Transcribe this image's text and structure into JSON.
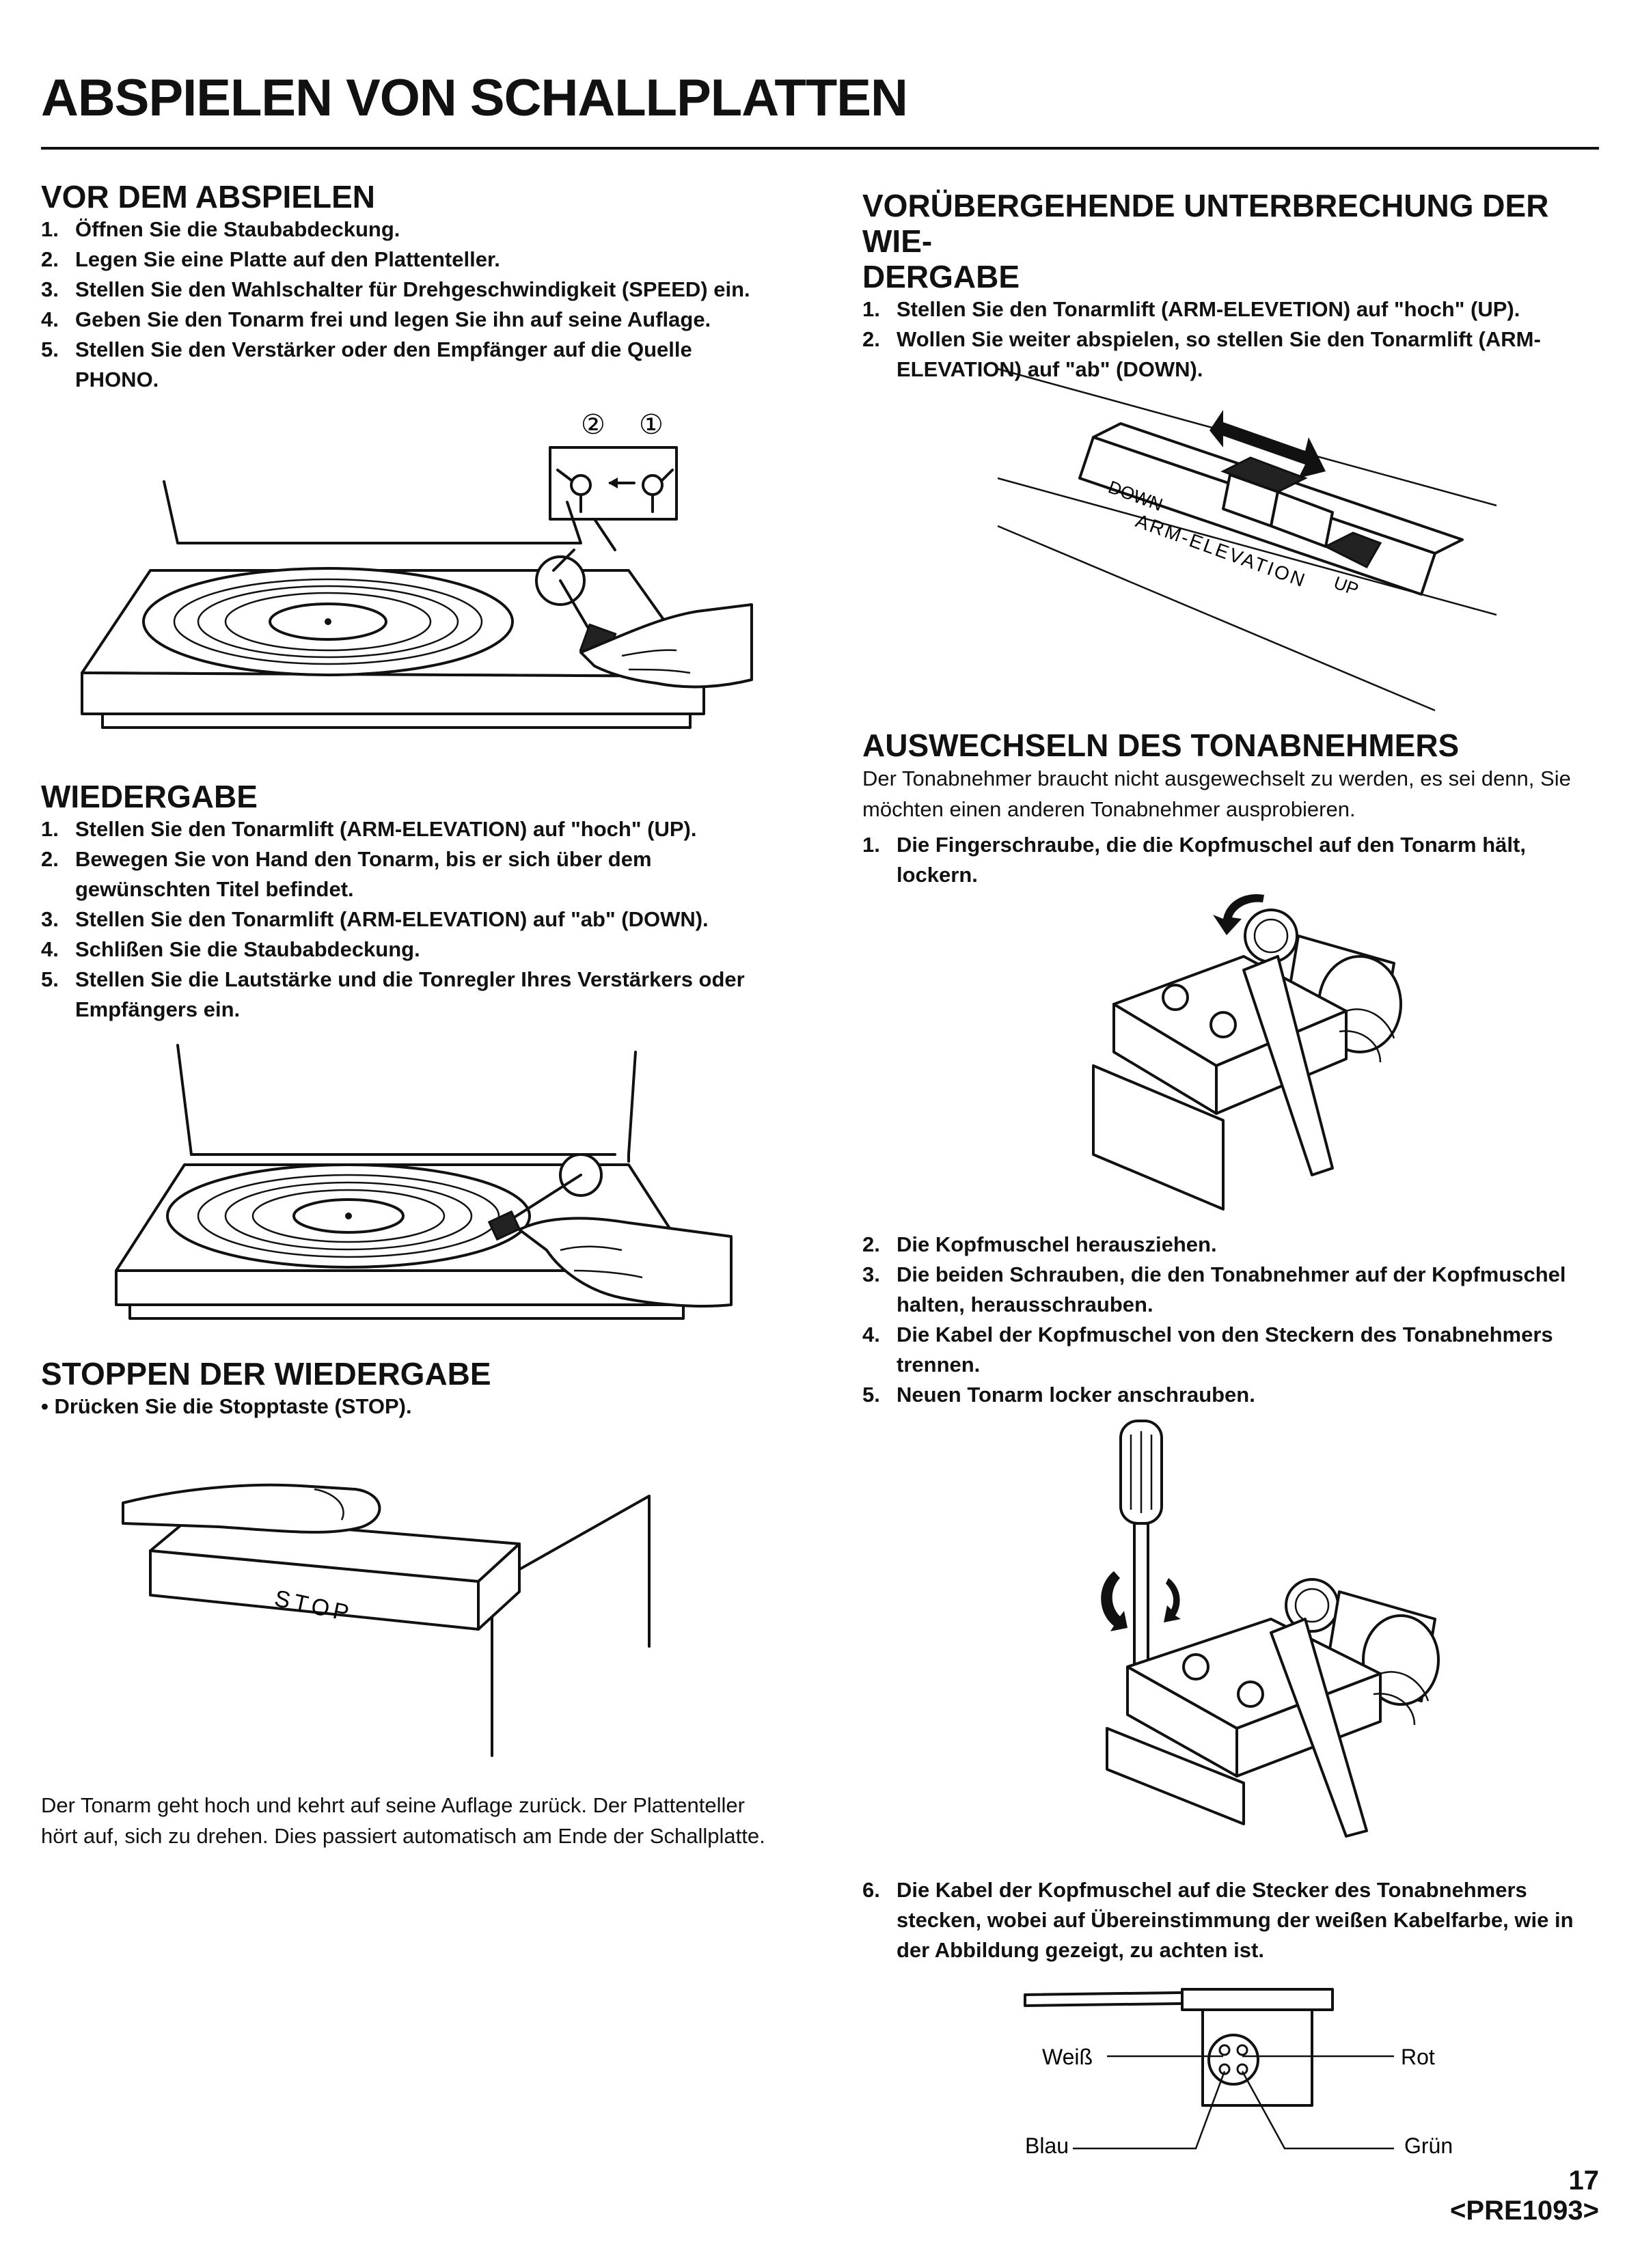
{
  "page": {
    "title": "ABSPIELEN VON SCHALLPLATTEN",
    "page_number": "17",
    "code": "<PRE1093>"
  },
  "vor_dem_abspielen": {
    "heading": "VOR DEM ABSPIELEN",
    "steps": [
      {
        "num": "1.",
        "text": "Öffnen Sie die Staubabdeckung."
      },
      {
        "num": "2.",
        "text": "Legen Sie eine Platte auf den Plattenteller."
      },
      {
        "num": "3.",
        "text": "Stellen Sie den Wahlschalter für Drehgeschwindigkeit (SPEED) ein."
      },
      {
        "num": "4.",
        "text": "Geben Sie den Tonarm frei und legen Sie ihn auf seine Auflage."
      },
      {
        "num": "5.",
        "text": "Stellen Sie den Verstärker oder den Empfänger auf die Quelle PHONO."
      }
    ],
    "figure_labels": {
      "step_a": "②",
      "step_b": "①"
    }
  },
  "wiedergabe": {
    "heading": "WIEDERGABE",
    "steps": [
      {
        "num": "1.",
        "text": "Stellen Sie den Tonarmlift (ARM-ELEVATION) auf \"hoch\" (UP)."
      },
      {
        "num": "2.",
        "text": "Bewegen Sie von Hand den Tonarm, bis er sich über dem gewünschten Titel befindet."
      },
      {
        "num": "3.",
        "text": "Stellen Sie den Tonarmlift (ARM-ELEVATION) auf \"ab\" (DOWN)."
      },
      {
        "num": "4.",
        "text": "Schlißen Sie die Staubabdeckung."
      },
      {
        "num": "5.",
        "text": "Stellen Sie die Lautstärke und die Tonregler Ihres Verstärkers oder Empfängers ein."
      }
    ]
  },
  "stoppen": {
    "heading": "STOPPEN DER WIEDERGABE",
    "bullet": "• Drücken Sie die Stopptaste (STOP).",
    "button_label": "STOP",
    "note": "Der Tonarm geht hoch und kehrt auf seine Auflage zurück. Der Plattenteller hört auf, sich zu drehen. Dies passiert automatisch am Ende der Schallplatte."
  },
  "unterbrechung": {
    "heading_line1": "VORÜBERGEHENDE UNTERBRECHUNG DER WIE-",
    "heading_line2": "DERGABE",
    "steps": [
      {
        "num": "1.",
        "text": "Stellen Sie den Tonarmlift (ARM-ELEVETION) auf \"hoch\" (UP)."
      },
      {
        "num": "2.",
        "text": "Wollen Sie weiter abspielen, so stellen Sie den Tonarmlift (ARM-ELEVATION) auf \"ab\" (DOWN)."
      }
    ],
    "figure_labels": {
      "down": "DOWN",
      "up": "UP",
      "arm": "ARM-ELEVATION"
    }
  },
  "auswechseln": {
    "heading": "AUSWECHSELN DES TONABNEHMERS",
    "intro": "Der Tonabnehmer braucht nicht ausgewechselt zu werden, es sei denn, Sie möchten einen anderen Tonabnehmer ausprobieren.",
    "steps_a": [
      {
        "num": "1.",
        "text": "Die Fingerschraube, die die Kopfmuschel auf den Tonarm hält, lockern."
      }
    ],
    "steps_b": [
      {
        "num": "2.",
        "text": "Die Kopfmuschel herausziehen."
      },
      {
        "num": "3.",
        "text": "Die beiden Schrauben, die den Tonabnehmer auf der Kopfmuschel halten, herausschrauben."
      },
      {
        "num": "4.",
        "text": "Die Kabel der Kopfmuschel von den Steckern des Tonabnehmers trennen."
      },
      {
        "num": "5.",
        "text": "Neuen Tonarm locker anschrauben."
      }
    ],
    "steps_c": [
      {
        "num": "6.",
        "text": "Die Kabel der Kopfmuschel auf die Stecker des Tonabnehmers stecken, wobei auf Übereinstimmung der weißen Kabelfarbe, wie in der Abbildung gezeigt, zu achten ist."
      }
    ],
    "wire_labels": {
      "weiss": "Weiß",
      "rot": "Rot",
      "blau": "Blau",
      "gruen": "Grün"
    }
  }
}
